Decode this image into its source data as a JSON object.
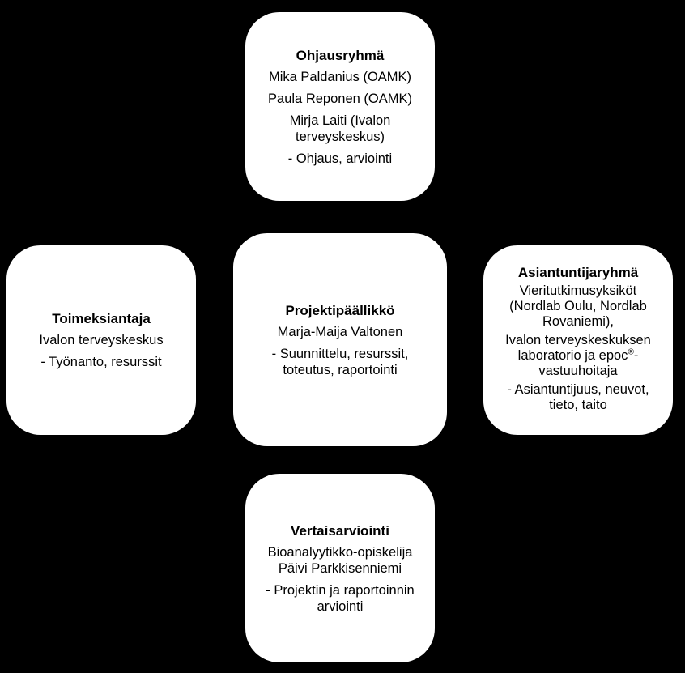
{
  "ohjausryhma": {
    "title": "Ohjausryhmä",
    "lines": [
      "Mika Paldanius (OAMK)",
      "Paula Reponen (OAMK)",
      "Mirja Laiti (Ivalon terveyskeskus)",
      "- Ohjaus, arviointi"
    ]
  },
  "toimeksiantaja": {
    "title": "Toimeksiantaja",
    "lines": [
      "Ivalon terveyskeskus",
      "- Työnanto, resurssit"
    ]
  },
  "projektipaallikko": {
    "title": "Projektipäällikkö",
    "lines": [
      "Marja-Maija Valtonen",
      "- Suunnittelu, resurssit, toteutus, raportointi"
    ]
  },
  "asiantuntijaryhma": {
    "title": "Asiantuntijaryhmä",
    "lines": [
      "Vieritutkimusyksiköt (Nordlab Oulu, Nordlab Rovaniemi),",
      "Ivalon terveyskeskuksen laboratorio ja epoc",
      "®",
      "-vastuuhoitaja",
      "- Asiantuntijuus, neuvot, tieto, taito"
    ]
  },
  "vertaisarviointi": {
    "title": "Vertaisarviointi",
    "lines": [
      "Bioanalyytikko-opiskelija Päivi Parkkisenniemi",
      "- Projektin ja raportoinnin arviointi"
    ]
  }
}
